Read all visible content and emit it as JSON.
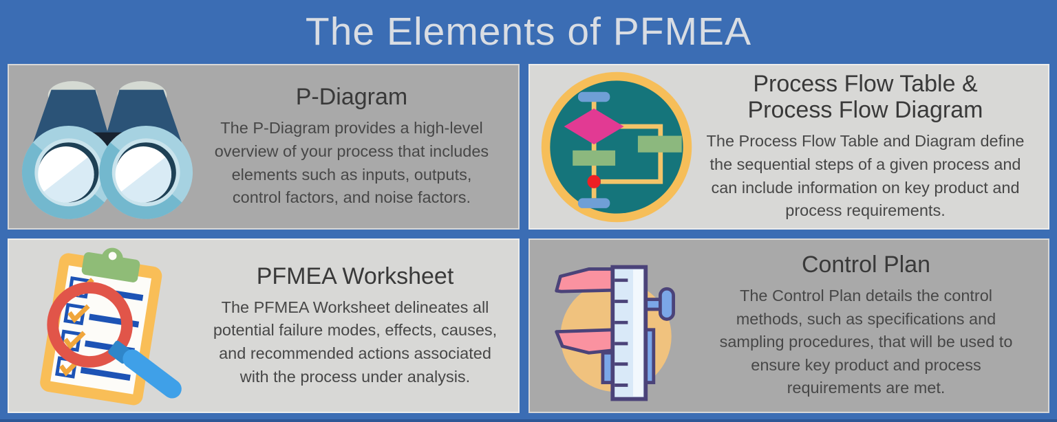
{
  "banner": {
    "title": "The Elements of PFMEA"
  },
  "colors": {
    "frame_blue": "#3B6DB4",
    "frame_blue_dark": "#2D5796",
    "card_dark_gray": "#A9A9A9",
    "card_light_gray": "#D8D8D6",
    "banner_text": "#D9DDE3",
    "card_title_text": "#393939",
    "card_body_text": "#474747"
  },
  "cards": [
    {
      "id": "p-diagram",
      "icon": "binoculars-icon",
      "title": "P-Diagram",
      "description": "The P-Diagram provides a high-level overview of your process that includes elements such as inputs, outputs, control factors, and noise factors.",
      "background": "#A9A9A9"
    },
    {
      "id": "process-flow",
      "icon": "flowchart-icon",
      "title": "Process Flow Table & Process Flow Diagram",
      "description": "The Process Flow Table and Diagram define the sequential steps of a given process and can include information on key product and process requirements.",
      "background": "#D8D8D6"
    },
    {
      "id": "pfmea-worksheet",
      "icon": "clipboard-magnifier-icon",
      "title": "PFMEA Worksheet",
      "description": "The PFMEA Worksheet delineates all potential failure modes, effects, causes, and recommended actions associated with the process under analysis.",
      "background": "#D8D8D6"
    },
    {
      "id": "control-plan",
      "icon": "caliper-icon",
      "title": "Control Plan",
      "description": "The Control Plan details the control methods, such as specifications and sampling procedures, that will be used to ensure key product and process requirements are met.",
      "background": "#A9A9A9"
    }
  ]
}
